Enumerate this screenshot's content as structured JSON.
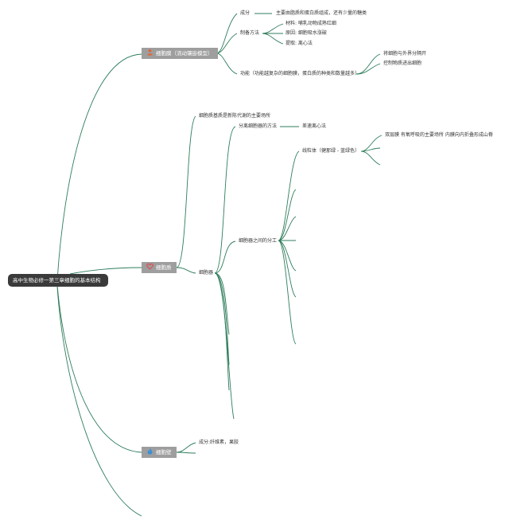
{
  "root": {
    "label": "高中生物必修一第三章细胞的基本结构"
  },
  "branches": {
    "membrane": {
      "label": "细胞膜（流动镶嵌模型）",
      "icon": "person-icon",
      "composition": {
        "label": "成分",
        "detail": "主要由脂质和蛋白质组成，还有少量的糖类"
      },
      "preparation": {
        "label": "制备方法",
        "items": [
          "材料: 哺乳动物成熟红细",
          "原因: 细胞吸水涨破",
          "提取: 离心法"
        ]
      },
      "function": {
        "label": "功能（功能越复杂的细胞膜，蛋白质的种类和数量越多）",
        "items": [
          "将细胞与外界分隔开",
          "控制物质进出细胞"
        ]
      }
    },
    "cytoplasm": {
      "label": "细胞质",
      "icon": "heart-icon",
      "matrix": "细胞质基质是新陈代谢的主要场所",
      "organelles": {
        "label": "细胞器",
        "separation": {
          "label": "分离细胞器的方法",
          "detail": "差速离心法"
        },
        "division": {
          "label": "细胞器之间的分工",
          "mitochondria": {
            "label": "线粒体（健那绿 - 蓝绿色）",
            "detail": "双层膜 有氧呼吸的主要场所 内膜向内折叠形成山脊"
          }
        }
      }
    },
    "wall": {
      "label": "细胞壁",
      "icon": "flame-icon",
      "composition": "成分:纤维素，果胶"
    }
  },
  "colors": {
    "line": "#2e7d5b",
    "root_bg": "#3a3a3a",
    "topic_bg": "#9e9e9e"
  }
}
